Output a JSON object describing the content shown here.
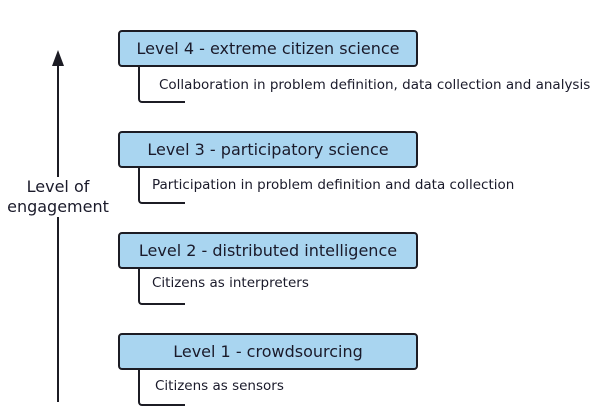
{
  "axis": {
    "label_line1": "Level of",
    "label_line2": "engagement"
  },
  "levels": [
    {
      "title": "Level 4 - extreme citizen science",
      "description": "Collaboration in problem definition, data collection and analysis"
    },
    {
      "title": "Level 3 - participatory science",
      "description": "Participation in problem definition and data collection"
    },
    {
      "title": "Level 2 - distributed intelligence",
      "description": "Citizens as interpreters"
    },
    {
      "title": "Level 1 - crowdsourcing",
      "description": "Citizens as sensors"
    }
  ],
  "colors": {
    "box_fill": "#a9d5f0",
    "stroke": "#1c1c24"
  }
}
